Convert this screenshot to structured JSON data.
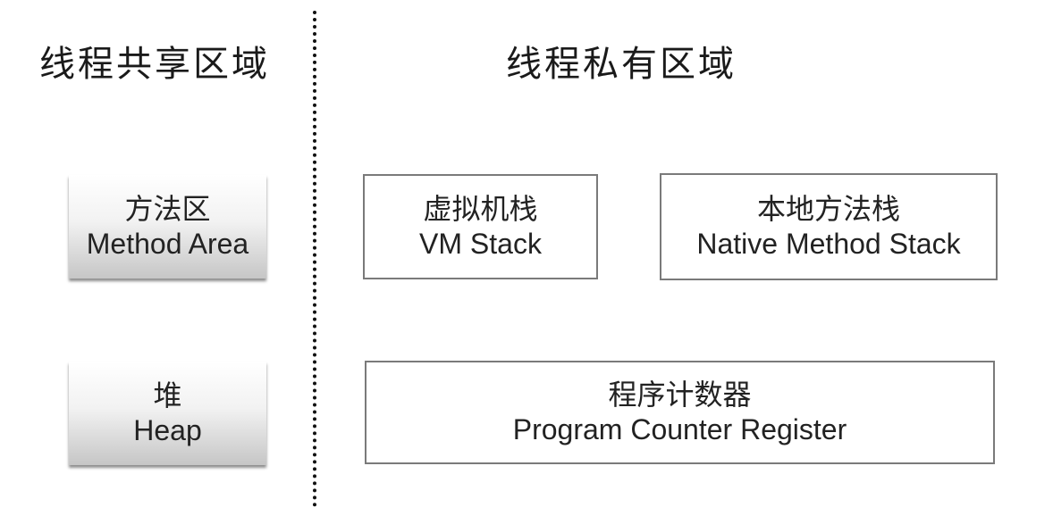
{
  "headings": {
    "shared": "线程共享区域",
    "private": "线程私有区域"
  },
  "shared_areas": [
    {
      "cn": "方法区",
      "en": "Method Area"
    },
    {
      "cn": "堆",
      "en": "Heap"
    }
  ],
  "private_areas": [
    {
      "cn": "虚拟机栈",
      "en": "VM Stack"
    },
    {
      "cn": "本地方法栈",
      "en": "Native Method Stack"
    },
    {
      "cn": "程序计数器",
      "en": "Program Counter Register"
    }
  ]
}
